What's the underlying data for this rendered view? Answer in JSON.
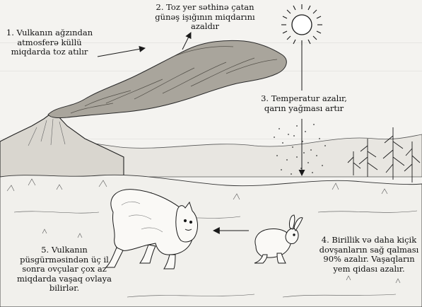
{
  "captions": {
    "step1": "1. Vulkanın ağzından\natmosferə küllü\nmiqdarda toz atılır",
    "step2": "2. Toz yer səthinə çatan\ngünəş işığının miqdarını\nazaldır",
    "step3": "3. Temperatur azalır,\nqarın yağması artır",
    "step4": "4. Birillik və daha kiçik\ndovşanların sağ  qalması\n90% azalır. Vaşaqların\nyem qidası azalır.",
    "step5": "5. Vulkanın\npüsgürməsindən üç  il\nsonra ovçular çox az\nmiqdarda vaşaq ovlaya\nbilirlər."
  },
  "colors": {
    "ink": "#1a1a1a",
    "paper": "#f4f3f0"
  }
}
